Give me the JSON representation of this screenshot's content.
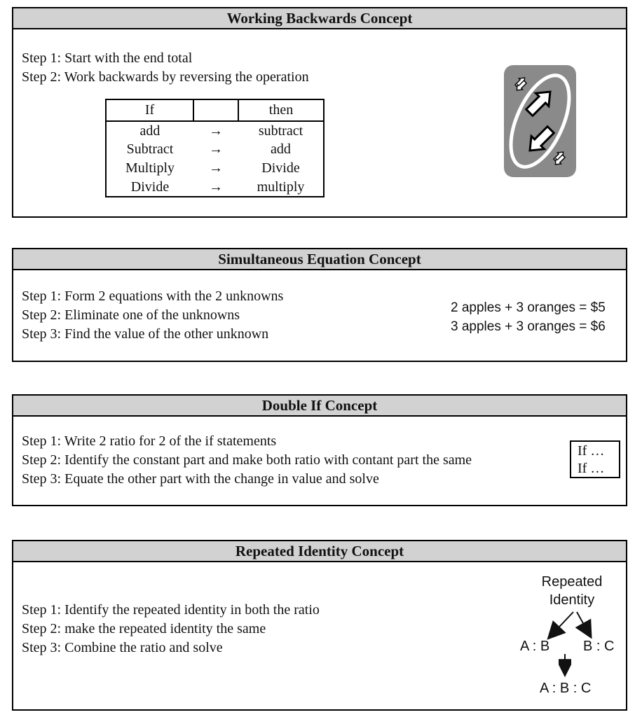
{
  "colors": {
    "header_bg": "#d2d2d2",
    "border": "#000000",
    "card_gray": "#8a8a8a",
    "text": "#111111"
  },
  "boxes": [
    {
      "title": "Working Backwards Concept",
      "steps": [
        "Step 1: Start with the end total",
        "Step 2: Work backwards by reversing the operation"
      ],
      "table": {
        "headers": [
          "If",
          "",
          "then"
        ],
        "rows": [
          [
            "add",
            "→",
            "subtract"
          ],
          [
            "Subtract",
            "→",
            "add"
          ],
          [
            "Multiply",
            "→",
            "Divide"
          ],
          [
            "Divide",
            "→",
            "multiply"
          ]
        ]
      },
      "figure": "uno-reverse-card"
    },
    {
      "title": "Simultaneous Equation Concept",
      "steps": [
        "Step 1: Form 2 equations with the 2 unknowns",
        "Step 2: Eliminate one of the unknowns",
        "Step 3: Find the value of the other unknown"
      ],
      "equations": [
        "2 apples + 3 oranges = $5",
        "3 apples + 3 oranges = $6"
      ]
    },
    {
      "title": "Double If Concept",
      "steps": [
        "Step 1: Write 2 ratio for 2 of the if statements",
        "Step 2: Identify the constant part and make both ratio with contant part the same",
        "Step 3: Equate the other part with the change in value and solve"
      ],
      "if_box": [
        "If …",
        "If …"
      ]
    },
    {
      "title": "Repeated Identity Concept",
      "steps": [
        "Step 1: Identify the repeated identity in both the ratio",
        "Step 2: make the repeated identity the same",
        "Step 3: Combine the ratio and solve"
      ],
      "diagram": {
        "label_line1": "Repeated",
        "label_line2": "Identity",
        "left_ratio": "A : B",
        "right_ratio": "B : C",
        "result": "A : B : C"
      }
    }
  ]
}
